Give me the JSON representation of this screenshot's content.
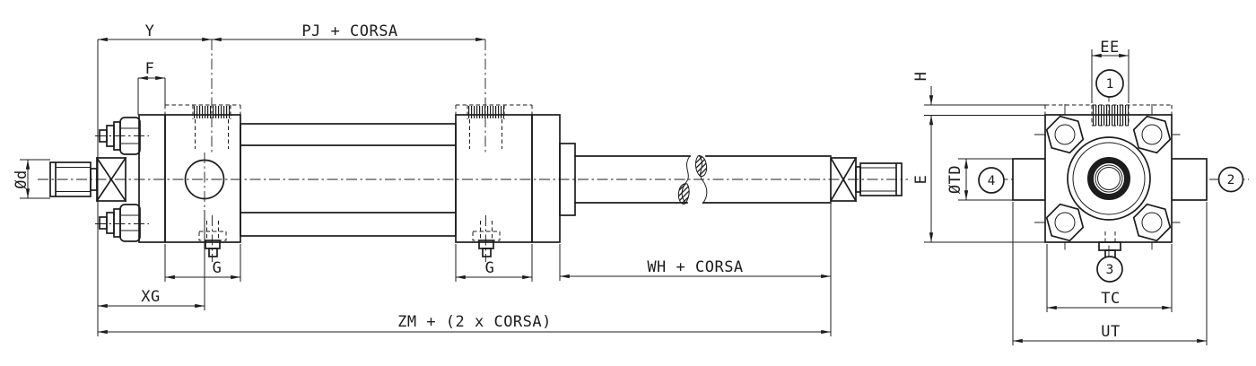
{
  "drawing": {
    "background": "#ffffff",
    "line_color": "#1c1c1c",
    "front_view": {
      "name": "cylinder-front-view",
      "dims": {
        "y": "Y",
        "pj": "PJ + CORSA",
        "f": "F",
        "od": "Ød",
        "g_rear": "G",
        "g_front": "G",
        "xg": "XG",
        "wh": "WH + CORSA",
        "zm": "ZM + (2 x CORSA)"
      }
    },
    "end_view": {
      "name": "cylinder-end-view",
      "dims": {
        "ee": "EE",
        "h": "H",
        "e": "E",
        "td": "ØTD",
        "tc": "TC",
        "ut": "UT"
      },
      "positions": {
        "p1": "1",
        "p2": "2",
        "p3": "3",
        "p4": "4"
      }
    }
  }
}
